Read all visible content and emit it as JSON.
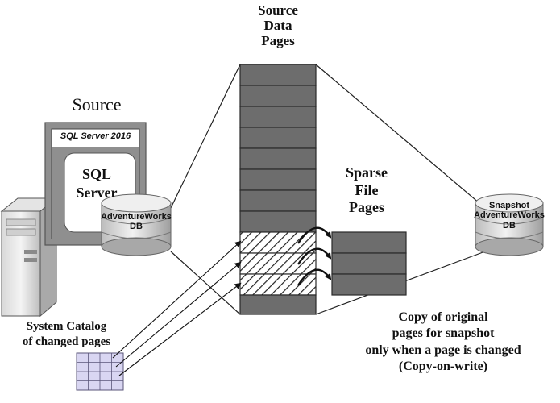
{
  "source_pages_title": [
    "Source",
    "Data",
    "Pages"
  ],
  "source_title": "Source",
  "sql_server_version": "SQL Server 2016",
  "sql_server_label": [
    "SQL",
    "Server"
  ],
  "source_db_label": [
    "AdventureWorks",
    "DB"
  ],
  "sparse_pages_title": [
    "Sparse",
    "File",
    "Pages"
  ],
  "snapshot_db_label": [
    "Snapshot",
    "AdventureWorks",
    "DB"
  ],
  "system_catalog_label": [
    "System Catalog",
    "of changed pages"
  ],
  "caption": [
    "Copy of original",
    "pages for snapshot",
    "only when a page is changed",
    "(Copy-on-write)"
  ],
  "colors": {
    "page_fill": "#6d6d6d",
    "page_border": "#2a2a2a",
    "panel_gray": "#8f8f8f",
    "catalog_fill": "#d9d6f2",
    "catalog_border": "#5a567a"
  },
  "icons": {
    "server": "server-tower-icon",
    "database": "database-cylinder-icon",
    "catalog": "grid-catalog-icon",
    "copy_arrow": "curved-arrow-icon"
  }
}
